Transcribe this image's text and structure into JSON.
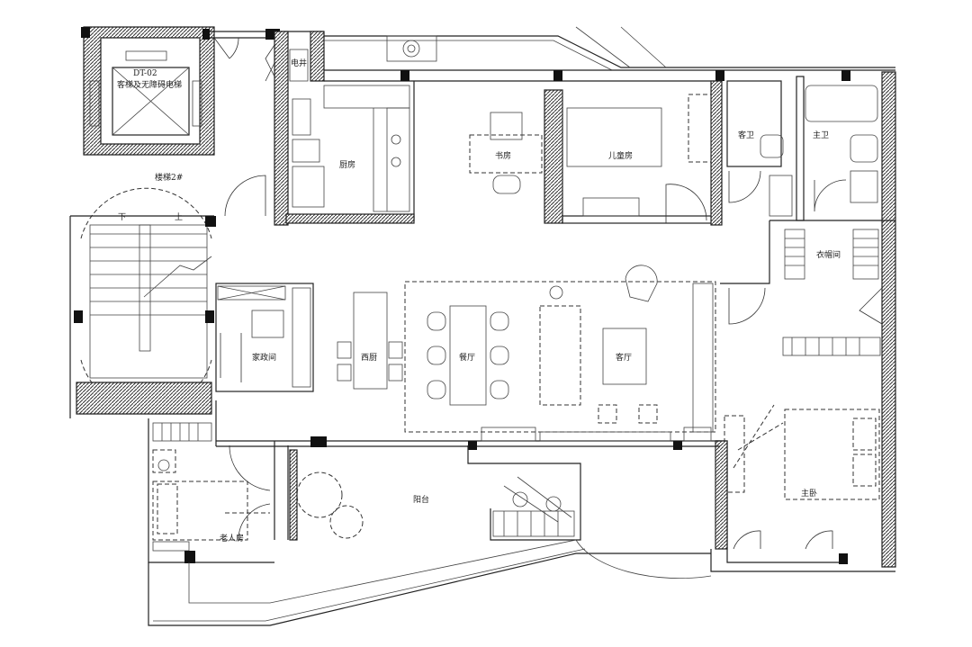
{
  "plan": {
    "elevator_code": "DT-02",
    "elevator_label": "客梯及无障碍电梯",
    "rooms": {
      "shaft": "电井",
      "stair": "楼梯2#",
      "stair_down": "下",
      "stair_up": "上",
      "kitchen": "厨房",
      "study": "书房",
      "kids_room": "儿童房",
      "guest_bath": "客卫",
      "master_bath": "主卫",
      "closet": "衣帽间",
      "western_kitchen": "西厨",
      "dining": "餐厅",
      "living": "客厅",
      "utility": "家政间",
      "balcony": "阳台",
      "master_bedroom": "主卧",
      "elder_room": "老人房"
    },
    "colors": {
      "line": "#222222",
      "background": "#ffffff"
    }
  }
}
